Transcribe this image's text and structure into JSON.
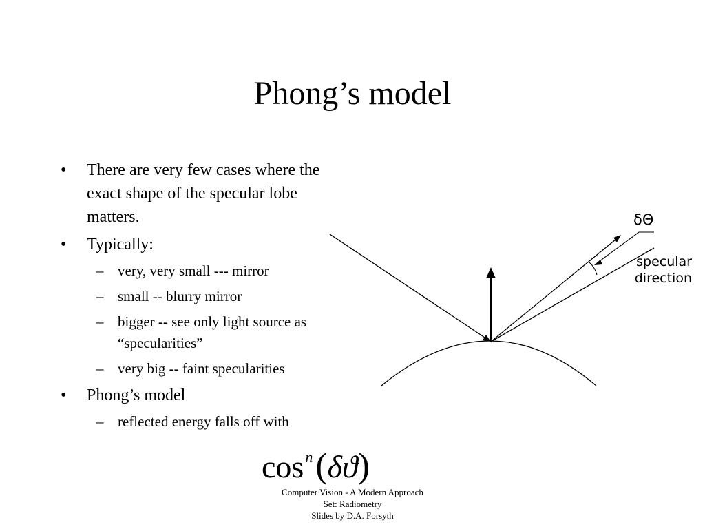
{
  "slide": {
    "title": "Phong’s model",
    "bullet_glyph": "•",
    "dash_glyph": "–",
    "bullets": [
      {
        "text": "There are very few cases where the exact shape of the specular lobe matters."
      },
      {
        "text": "Typically:",
        "sub": [
          "very, very small --- mirror",
          "small  -- blurry mirror",
          "bigger -- see only light source as “specularities”",
          "very big -- faint specularities"
        ]
      },
      {
        "text": "Phong’s model",
        "sub": [
          "reflected energy falls off with"
        ]
      }
    ]
  },
  "diagram": {
    "angle_label": "δΘ",
    "direction_label_line1": "specular",
    "direction_label_line2": "direction"
  },
  "formula": {
    "function": "cos",
    "exponent": "n",
    "open_paren": "(",
    "argument": "δϑ",
    "close_paren": ")"
  },
  "footer": {
    "line1": "Computer Vision - A Modern Approach",
    "line2": "Set:  Radiometry",
    "line3": "Slides by D.A. Forsyth"
  }
}
